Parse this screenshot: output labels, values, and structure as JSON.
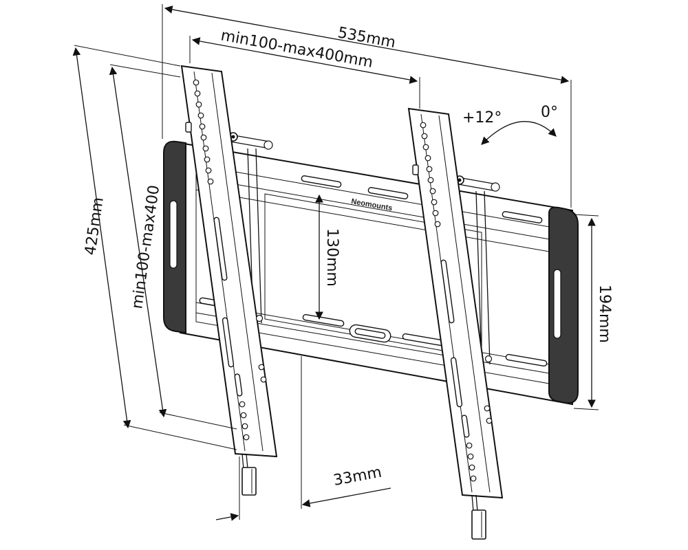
{
  "dimensions": {
    "total_width": "535mm",
    "vesa_horizontal": "min100-max400mm",
    "total_height": "425mm",
    "vesa_vertical": "min100-max400",
    "bracket_gap": "130mm",
    "plate_height": "194mm",
    "wall_distance": "33mm"
  },
  "tilt": {
    "max_angle": "+12°",
    "min_angle": "0°"
  },
  "brand": "Neomounts"
}
